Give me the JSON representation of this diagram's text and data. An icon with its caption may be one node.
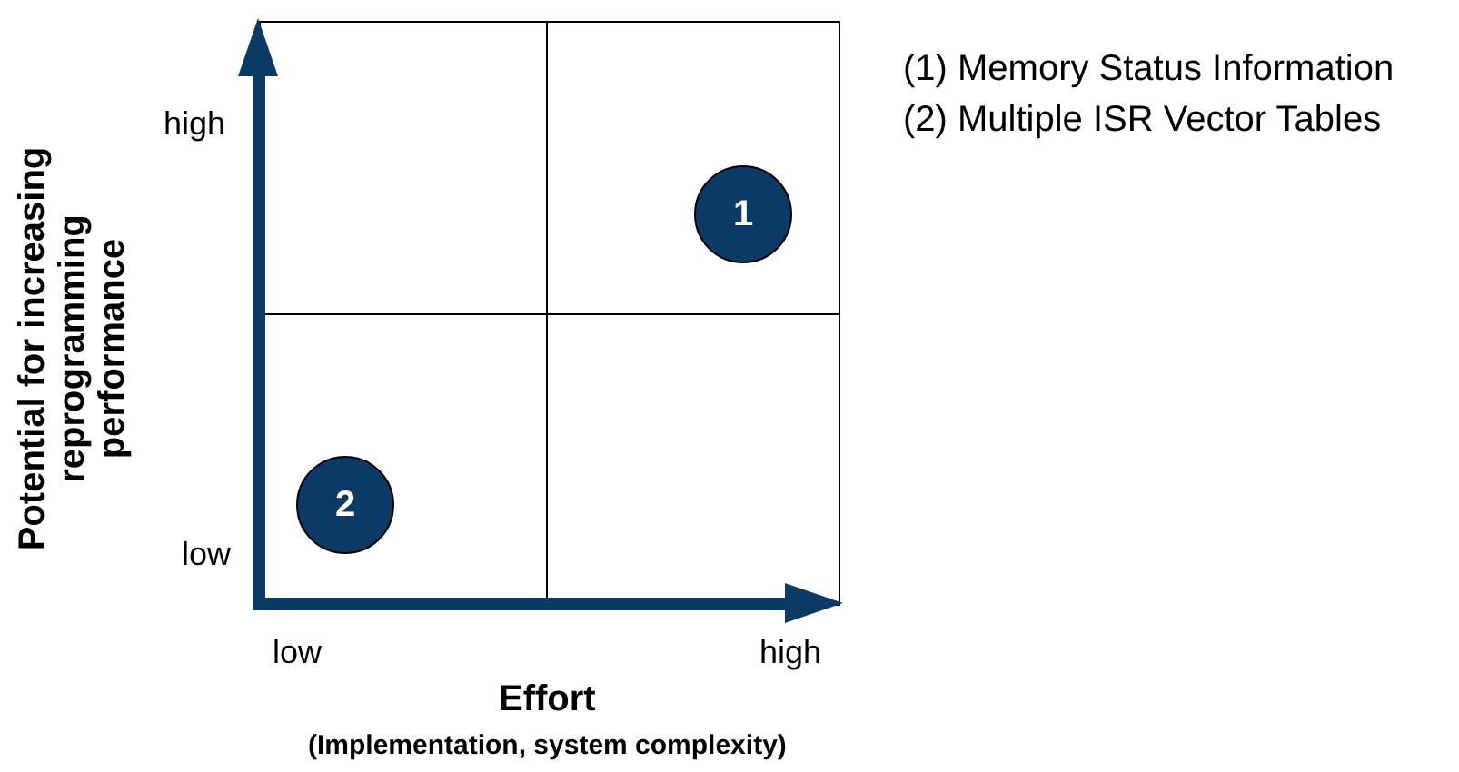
{
  "diagram": {
    "nodes": [
      {
        "text": [
          "1"
        ]
      },
      {
        "text": [
          "2"
        ]
      }
    ],
    "edges": [],
    "labels": [
      "(1) Memory Status Information",
      "(2) Multiple ISR Vector Tables",
      "high",
      "low",
      "Potential for increasing reprogramming performance",
      "low",
      "high",
      "Effort",
      "(Implementation, system complexity)"
    ]
  }
}
